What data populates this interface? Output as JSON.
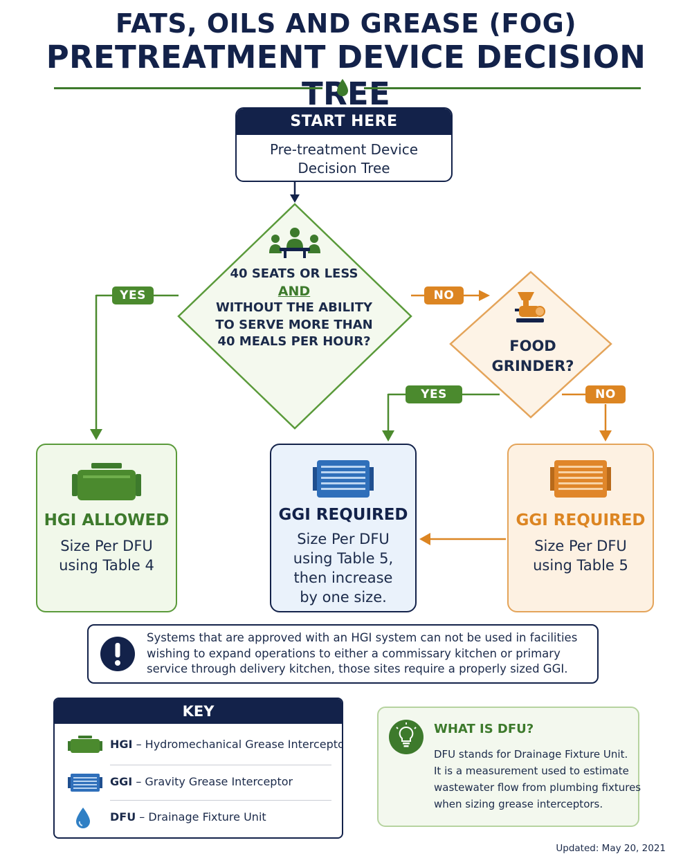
{
  "title": {
    "line1": "FATS, OILS AND GREASE (FOG)",
    "line2": "PRETREATMENT DEVICE DECISION TREE"
  },
  "start": {
    "header": "START HERE",
    "body_lines": [
      "Pre-treatment Device",
      "Decision Tree"
    ]
  },
  "question1": {
    "line1": "40 SEATS OR LESS",
    "line2": "AND",
    "line3": "WITHOUT THE ABILITY",
    "line4": "TO SERVE MORE THAN",
    "line5": "40 MEALS PER HOUR?",
    "yes_label": "YES",
    "no_label": "NO"
  },
  "question2": {
    "line1": "FOOD",
    "line2": "GRINDER?",
    "yes_label": "YES",
    "no_label": "NO"
  },
  "outcomes": {
    "hgi": {
      "title": "HGI ALLOWED",
      "lines": [
        "Size Per DFU",
        "using Table 4"
      ]
    },
    "ggi_increase": {
      "title": "GGI REQUIRED",
      "lines": [
        "Size Per DFU",
        "using Table 5,",
        "then increase",
        "by one size."
      ]
    },
    "ggi": {
      "title": "GGI REQUIRED",
      "lines": [
        "Size Per DFU",
        "using Table 5"
      ]
    }
  },
  "note": {
    "lines": [
      "Systems that are approved with an HGI system can not be used in facilities",
      "wishing to expand operations to either a commissary kitchen or primary",
      "service through delivery kitchen, those sites require a properly sized GGI."
    ]
  },
  "key": {
    "header": "KEY",
    "items": [
      {
        "abbr": "HGI",
        "desc": "– Hydromechanical Grease Interceptor",
        "icon": "hgi-tank-icon"
      },
      {
        "abbr": "GGI",
        "desc": "– Gravity Grease Interceptor",
        "icon": "ggi-tank-icon"
      },
      {
        "abbr": "DFU",
        "desc": "– Drainage Fixture Unit",
        "icon": "water-drop-icon"
      }
    ]
  },
  "dfu_info": {
    "title": "WHAT IS DFU?",
    "lines": [
      "DFU stands for Drainage Fixture Unit.",
      "It is a measurement used to estimate",
      "wastewater flow from plumbing fixtures",
      "when sizing grease interceptors."
    ]
  },
  "updated": "Updated: May 20, 2021",
  "colors": {
    "navy": "#13224a",
    "green": "#4b8a2e",
    "orange": "#dc8522",
    "blue": "#2f6fba"
  }
}
